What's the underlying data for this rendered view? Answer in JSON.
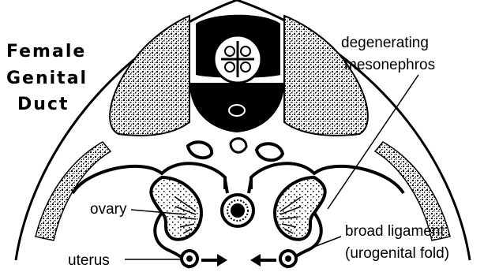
{
  "title": {
    "line1": "Female",
    "line2": "Genital",
    "line3": "Duct"
  },
  "labels": {
    "degenerating_line1": "degenerating",
    "degenerating_line2": "mesonephros",
    "ovary": "ovary",
    "uterus": "uterus",
    "broad_ligament_line1": "broad ligament",
    "broad_ligament_line2": "(urogenital fold)"
  }
}
